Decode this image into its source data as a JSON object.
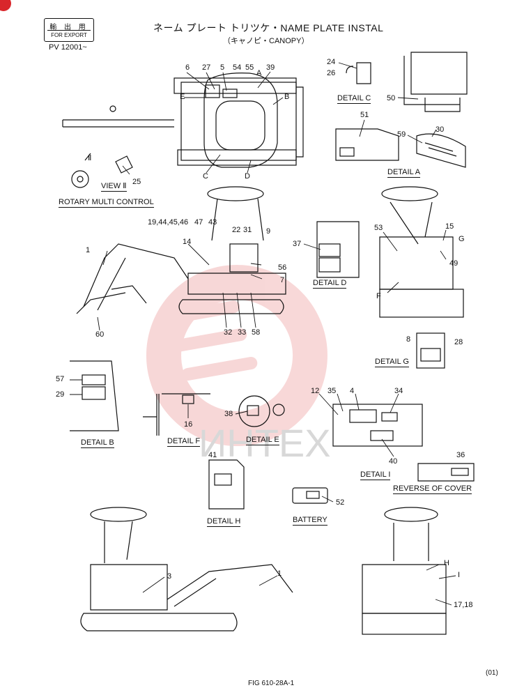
{
  "header": {
    "export_jp": "輸 出 用",
    "export_en": "FOR EXPORT",
    "serial": "PV 12001~",
    "title": "ネーム プレート トリツケ・NAME PLATE INSTAL",
    "subtitle": "（キャノピ・CANOPY）"
  },
  "captions": {
    "detail_c": "DETAIL C",
    "detail_a": "DETAIL A",
    "view_ii": "VIEW Ⅱ",
    "rotary": "ROTARY MULTI CONTROL",
    "detail_d": "DETAIL D",
    "detail_g": "DETAIL G",
    "detail_b": "DETAIL B",
    "detail_f": "DETAIL F",
    "detail_e": "DETAIL E",
    "detail_i": "DETAIL I",
    "reverse": "REVERSE OF COVER",
    "detail_h": "DETAIL H",
    "battery": "BATTERY"
  },
  "callouts": {
    "c6": "6",
    "c27": "27",
    "c5": "5",
    "c54": "54",
    "c55": "55",
    "cA": "A",
    "c39": "39",
    "cE": "E",
    "cB": "B",
    "cC": "C",
    "cD": "D",
    "c25": "25",
    "cII": "Ⅱ",
    "c24": "24",
    "c26": "26",
    "c50": "50",
    "c51": "51",
    "c59": "59",
    "c30": "30",
    "c19": "19,44,45,46",
    "c47": "47",
    "c43": "43",
    "c22": "22",
    "c31": "31",
    "c9": "9",
    "c14": "14",
    "c1a": "1",
    "c56": "56",
    "c7": "7",
    "c60": "60",
    "c32": "32",
    "c33": "33",
    "c58": "58",
    "c37": "37",
    "c53": "53",
    "c15": "15",
    "cG": "G",
    "c49": "49",
    "cF": "F",
    "c8": "8",
    "c28": "28",
    "c57": "57",
    "c29": "29",
    "c16": "16",
    "c38": "38",
    "c12": "12",
    "c35": "35",
    "c4": "4",
    "c34": "34",
    "c40": "40",
    "c36": "36",
    "c41": "41",
    "c52": "52",
    "c3": "3",
    "c1b": "1",
    "cH": "H",
    "cI": "I",
    "c17": "17,18"
  },
  "footer": {
    "fig": "FIG 610-28A-1",
    "page": "(01)"
  },
  "colors": {
    "line": "#111111",
    "badge": "#d9262b",
    "watermark": "#f2b8b8"
  }
}
